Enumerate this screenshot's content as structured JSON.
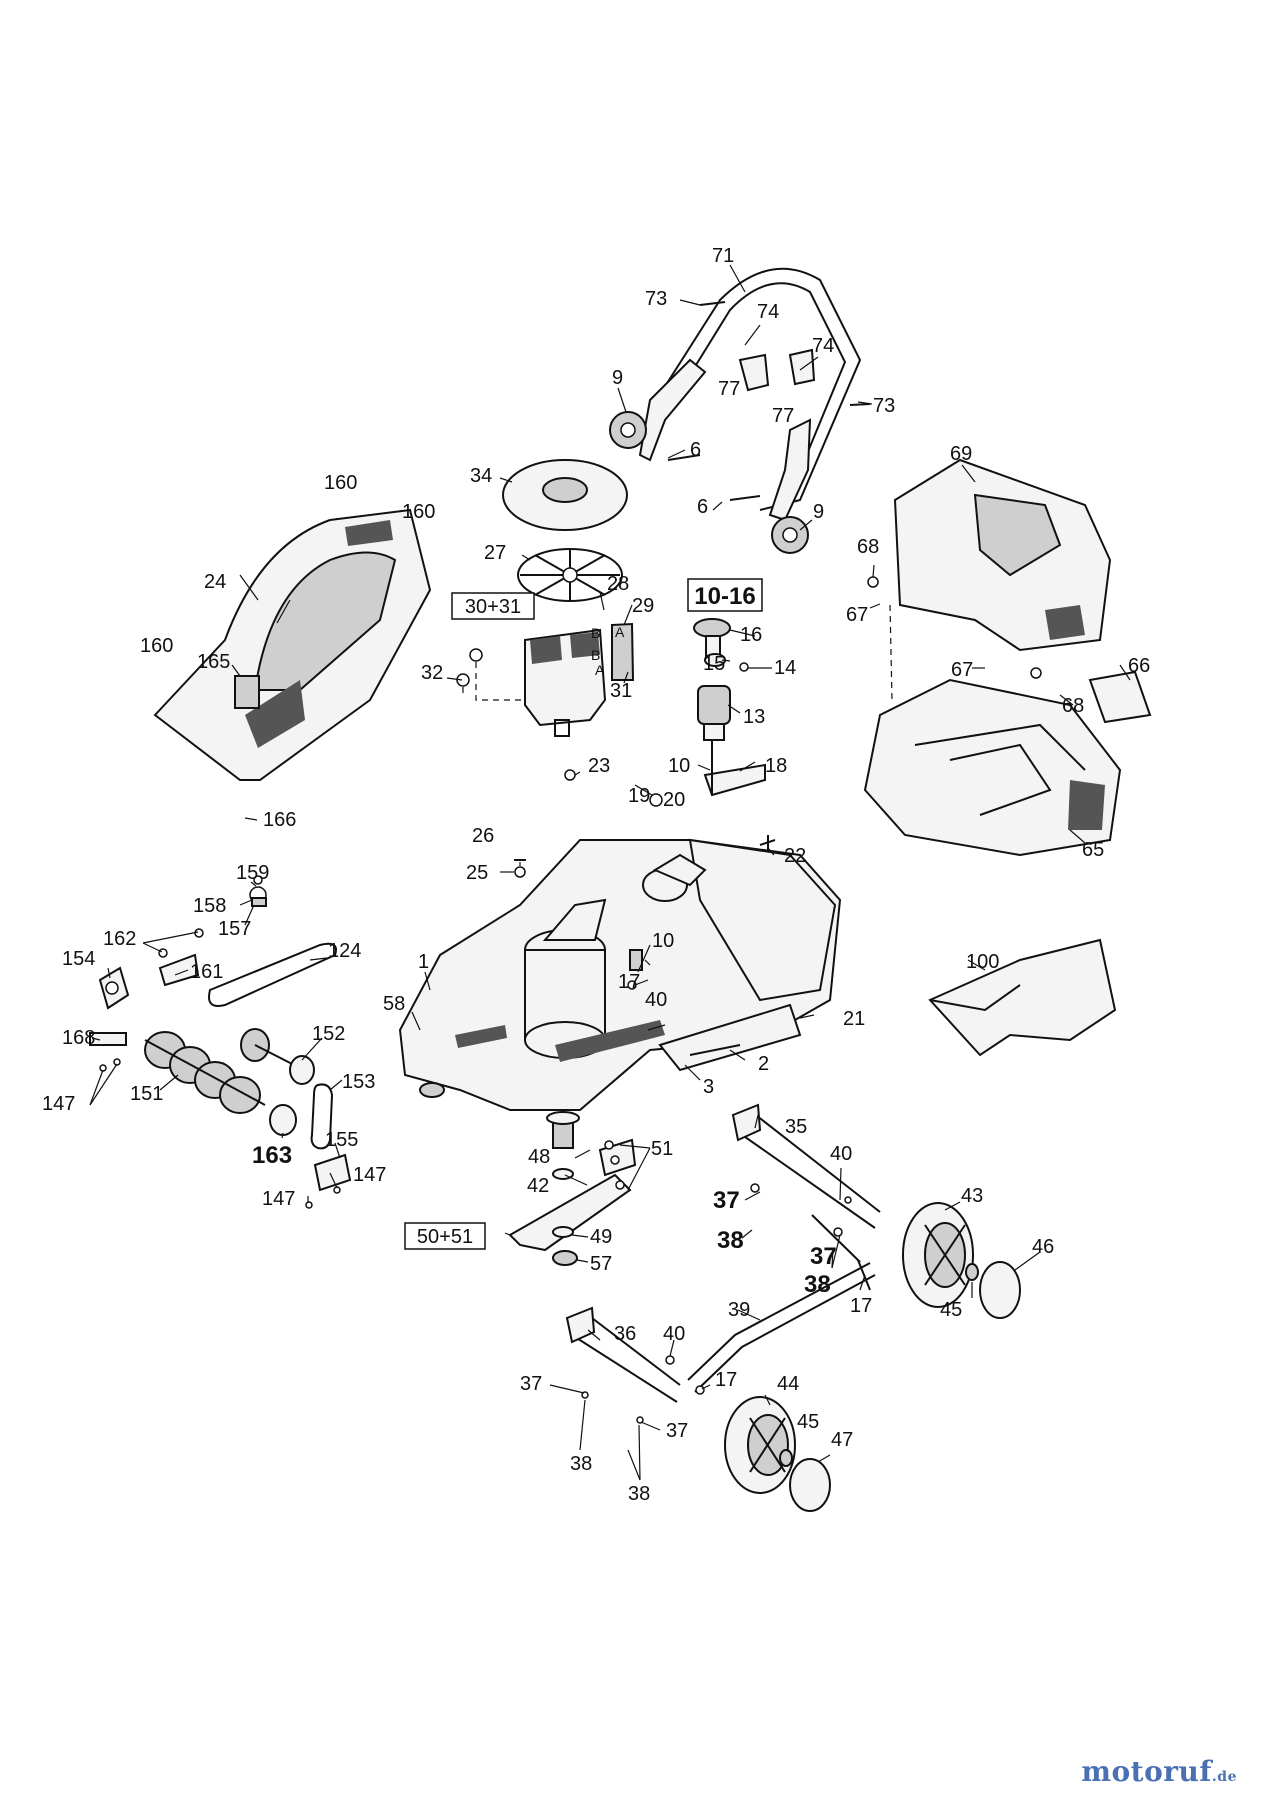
{
  "labels": [
    {
      "id": "71",
      "text": "71"
    },
    {
      "id": "73a",
      "text": "73"
    },
    {
      "id": "74a",
      "text": "74"
    },
    {
      "id": "74b",
      "text": "74"
    },
    {
      "id": "77a",
      "text": "77"
    },
    {
      "id": "77b",
      "text": "77"
    },
    {
      "id": "73b",
      "text": "73"
    },
    {
      "id": "9a",
      "text": "9"
    },
    {
      "id": "6a",
      "text": "6"
    },
    {
      "id": "6b",
      "text": "6"
    },
    {
      "id": "9b",
      "text": "9"
    },
    {
      "id": "69",
      "text": "69"
    },
    {
      "id": "34",
      "text": "34"
    },
    {
      "id": "160a",
      "text": "160"
    },
    {
      "id": "160b",
      "text": "160"
    },
    {
      "id": "27",
      "text": "27"
    },
    {
      "id": "28",
      "text": "28"
    },
    {
      "id": "29",
      "text": "29"
    },
    {
      "id": "24",
      "text": "24"
    },
    {
      "id": "160c",
      "text": "160"
    },
    {
      "id": "165",
      "text": "165"
    },
    {
      "id": "32",
      "text": "32"
    },
    {
      "id": "31",
      "text": "31"
    },
    {
      "id": "16",
      "text": "16"
    },
    {
      "id": "15",
      "text": "15"
    },
    {
      "id": "14",
      "text": "14"
    },
    {
      "id": "13",
      "text": "13"
    },
    {
      "id": "68a",
      "text": "68"
    },
    {
      "id": "67a",
      "text": "67"
    },
    {
      "id": "67b",
      "text": "67"
    },
    {
      "id": "66",
      "text": "66"
    },
    {
      "id": "68b",
      "text": "68"
    },
    {
      "id": "65",
      "text": "65"
    },
    {
      "id": "166",
      "text": "166"
    },
    {
      "id": "23",
      "text": "23"
    },
    {
      "id": "10a",
      "text": "10"
    },
    {
      "id": "18",
      "text": "18"
    },
    {
      "id": "19",
      "text": "19"
    },
    {
      "id": "20",
      "text": "20"
    },
    {
      "id": "26",
      "text": "26"
    },
    {
      "id": "25",
      "text": "25"
    },
    {
      "id": "22",
      "text": "22"
    },
    {
      "id": "159",
      "text": "159"
    },
    {
      "id": "158",
      "text": "158"
    },
    {
      "id": "157",
      "text": "157"
    },
    {
      "id": "124",
      "text": "124"
    },
    {
      "id": "162",
      "text": "162"
    },
    {
      "id": "161",
      "text": "161"
    },
    {
      "id": "154",
      "text": "154"
    },
    {
      "id": "10b",
      "text": "10"
    },
    {
      "id": "17a",
      "text": "17"
    },
    {
      "id": "40a",
      "text": "40"
    },
    {
      "id": "100",
      "text": "100"
    },
    {
      "id": "1",
      "text": "1"
    },
    {
      "id": "58",
      "text": "58"
    },
    {
      "id": "21",
      "text": "21"
    },
    {
      "id": "168",
      "text": "168"
    },
    {
      "id": "152",
      "text": "152"
    },
    {
      "id": "2",
      "text": "2"
    },
    {
      "id": "3",
      "text": "3"
    },
    {
      "id": "151",
      "text": "151"
    },
    {
      "id": "153",
      "text": "153"
    },
    {
      "id": "147a",
      "text": "147"
    },
    {
      "id": "35",
      "text": "35"
    },
    {
      "id": "163",
      "text": "163"
    },
    {
      "id": "155",
      "text": "155"
    },
    {
      "id": "48",
      "text": "48"
    },
    {
      "id": "51",
      "text": "51"
    },
    {
      "id": "40b",
      "text": "40"
    },
    {
      "id": "147b",
      "text": "147"
    },
    {
      "id": "42",
      "text": "42"
    },
    {
      "id": "43",
      "text": "43"
    },
    {
      "id": "147c",
      "text": "147"
    },
    {
      "id": "37a",
      "text": "37"
    },
    {
      "id": "49",
      "text": "49"
    },
    {
      "id": "38a",
      "text": "38"
    },
    {
      "id": "37b",
      "text": "37"
    },
    {
      "id": "46",
      "text": "46"
    },
    {
      "id": "57",
      "text": "57"
    },
    {
      "id": "38b",
      "text": "38"
    },
    {
      "id": "17b",
      "text": "17"
    },
    {
      "id": "45a",
      "text": "45"
    },
    {
      "id": "39",
      "text": "39"
    },
    {
      "id": "36",
      "text": "36"
    },
    {
      "id": "40c",
      "text": "40"
    },
    {
      "id": "17c",
      "text": "17"
    },
    {
      "id": "44",
      "text": "44"
    },
    {
      "id": "37c",
      "text": "37"
    },
    {
      "id": "45b",
      "text": "45"
    },
    {
      "id": "37d",
      "text": "37"
    },
    {
      "id": "47",
      "text": "47"
    },
    {
      "id": "38c",
      "text": "38"
    },
    {
      "id": "38d",
      "text": "38"
    }
  ],
  "boxed_labels": [
    {
      "id": "30+31",
      "text": "30+31"
    },
    {
      "id": "10-16",
      "text": "10-16"
    },
    {
      "id": "50+51",
      "text": "50+51"
    }
  ],
  "wire_markers": [
    "B",
    "A",
    "B",
    "A"
  ],
  "watermark": {
    "brand": "motoruf",
    "tld": ".de",
    "color": "#4a6fb3"
  }
}
